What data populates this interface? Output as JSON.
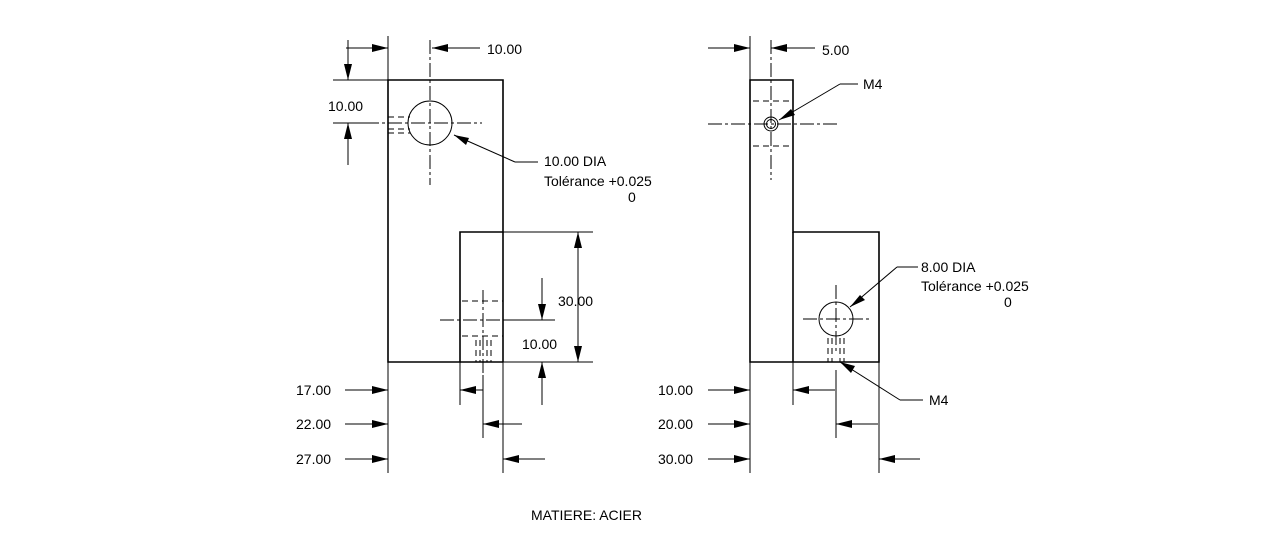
{
  "drawing": {
    "material": "MATIERE: ACIER",
    "left_view": {
      "dim_top_width": "10.00",
      "dim_top_height": "10.00",
      "dim_slot_height": "30.00",
      "dim_slot_hole": "10.00",
      "dim_bottom_1": "17.00",
      "dim_bottom_2": "22.00",
      "dim_bottom_3": "27.00",
      "hole_note": {
        "line1": "10.00 DIA",
        "line2": "Tolérance +0.025",
        "line3": "0"
      }
    },
    "right_view": {
      "dim_top_width": "5.00",
      "thread_top": "M4",
      "thread_bottom": "M4",
      "dim_bottom_1": "10.00",
      "dim_bottom_2": "20.00",
      "dim_bottom_3": "30.00",
      "hole_note": {
        "line1": "8.00 DIA",
        "line2": "Tolérance +0.025",
        "line3": "0"
      }
    }
  }
}
